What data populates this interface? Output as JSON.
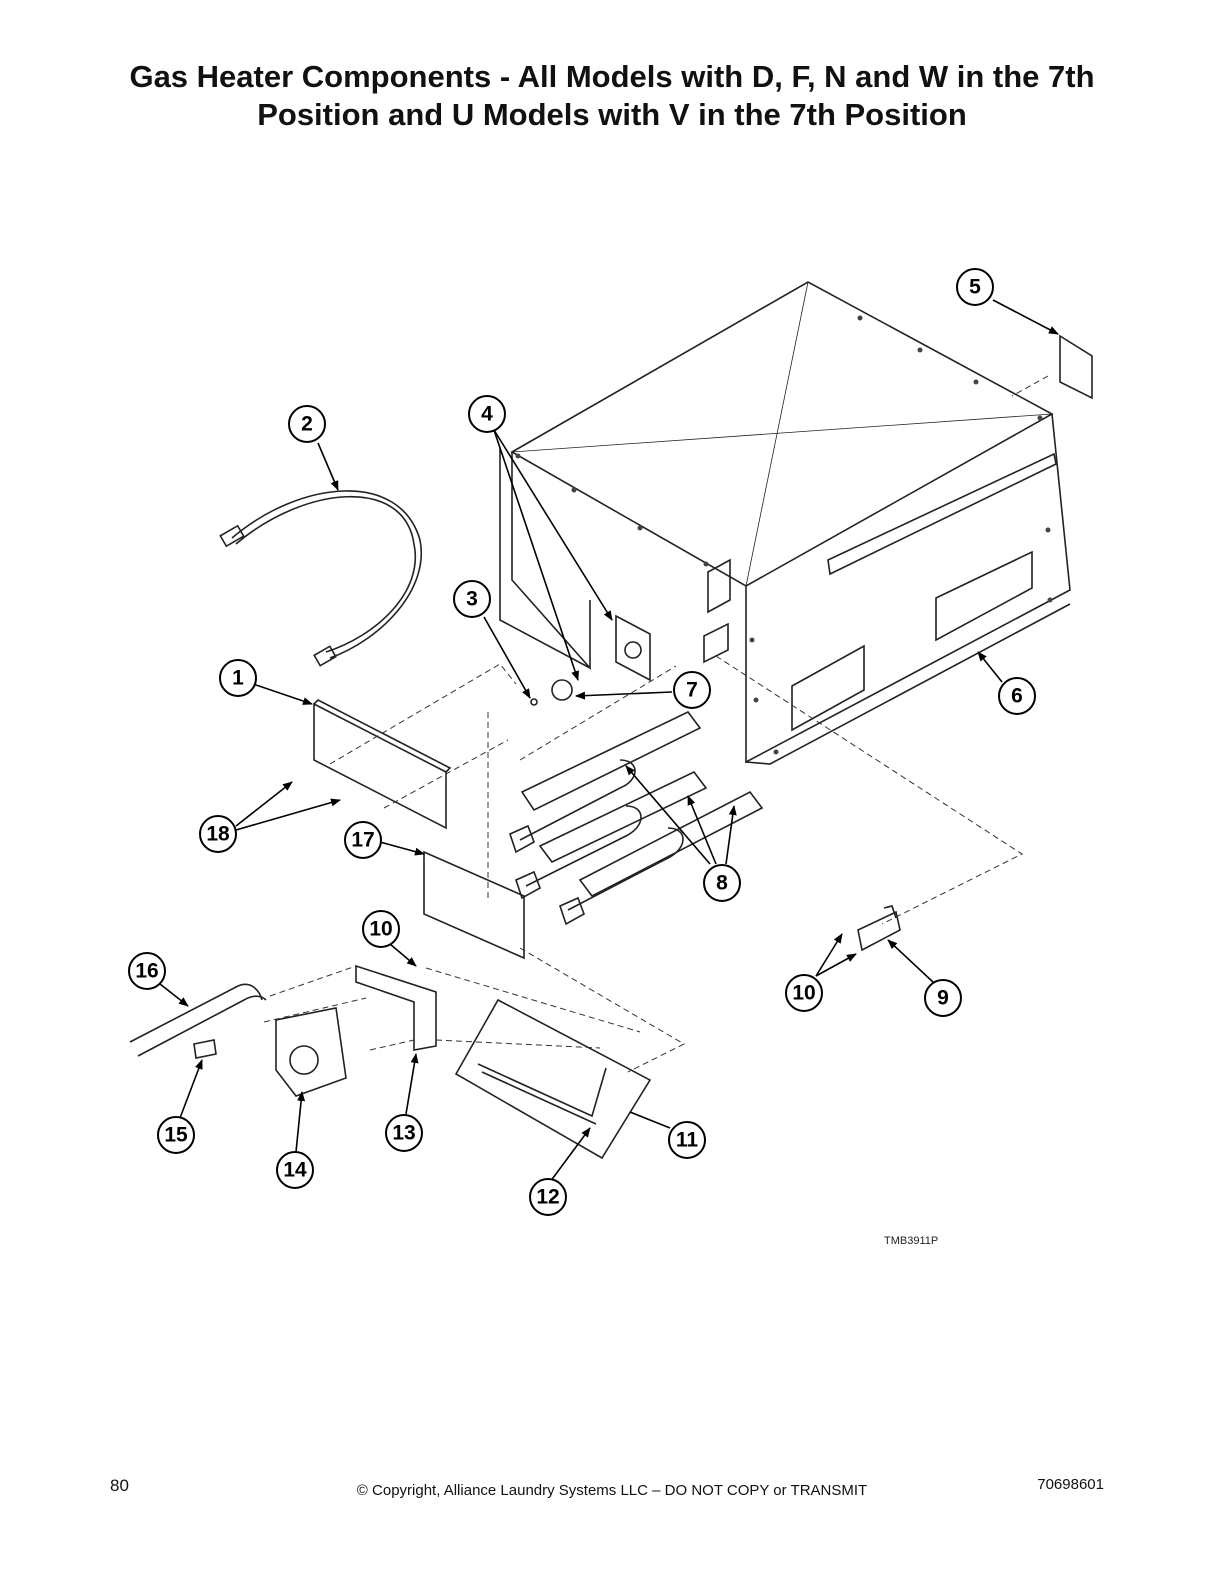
{
  "title": {
    "line1": "Gas Heater Components - All Models with D, F, N and W in the 7th",
    "line2": "Position and U Models with V in the 7th Position"
  },
  "diagram": {
    "drawing_ref": "TMB3911P",
    "callouts": [
      "1",
      "2",
      "3",
      "4",
      "5",
      "6",
      "7",
      "8",
      "9",
      "10",
      "11",
      "12",
      "13",
      "14",
      "15",
      "16",
      "17",
      "18"
    ],
    "callout_10_second": "10"
  },
  "footer": {
    "page_number": "80",
    "copyright": "© Copyright, Alliance Laundry Systems LLC – DO NOT COPY or TRANSMIT",
    "document_number": "70698601"
  }
}
